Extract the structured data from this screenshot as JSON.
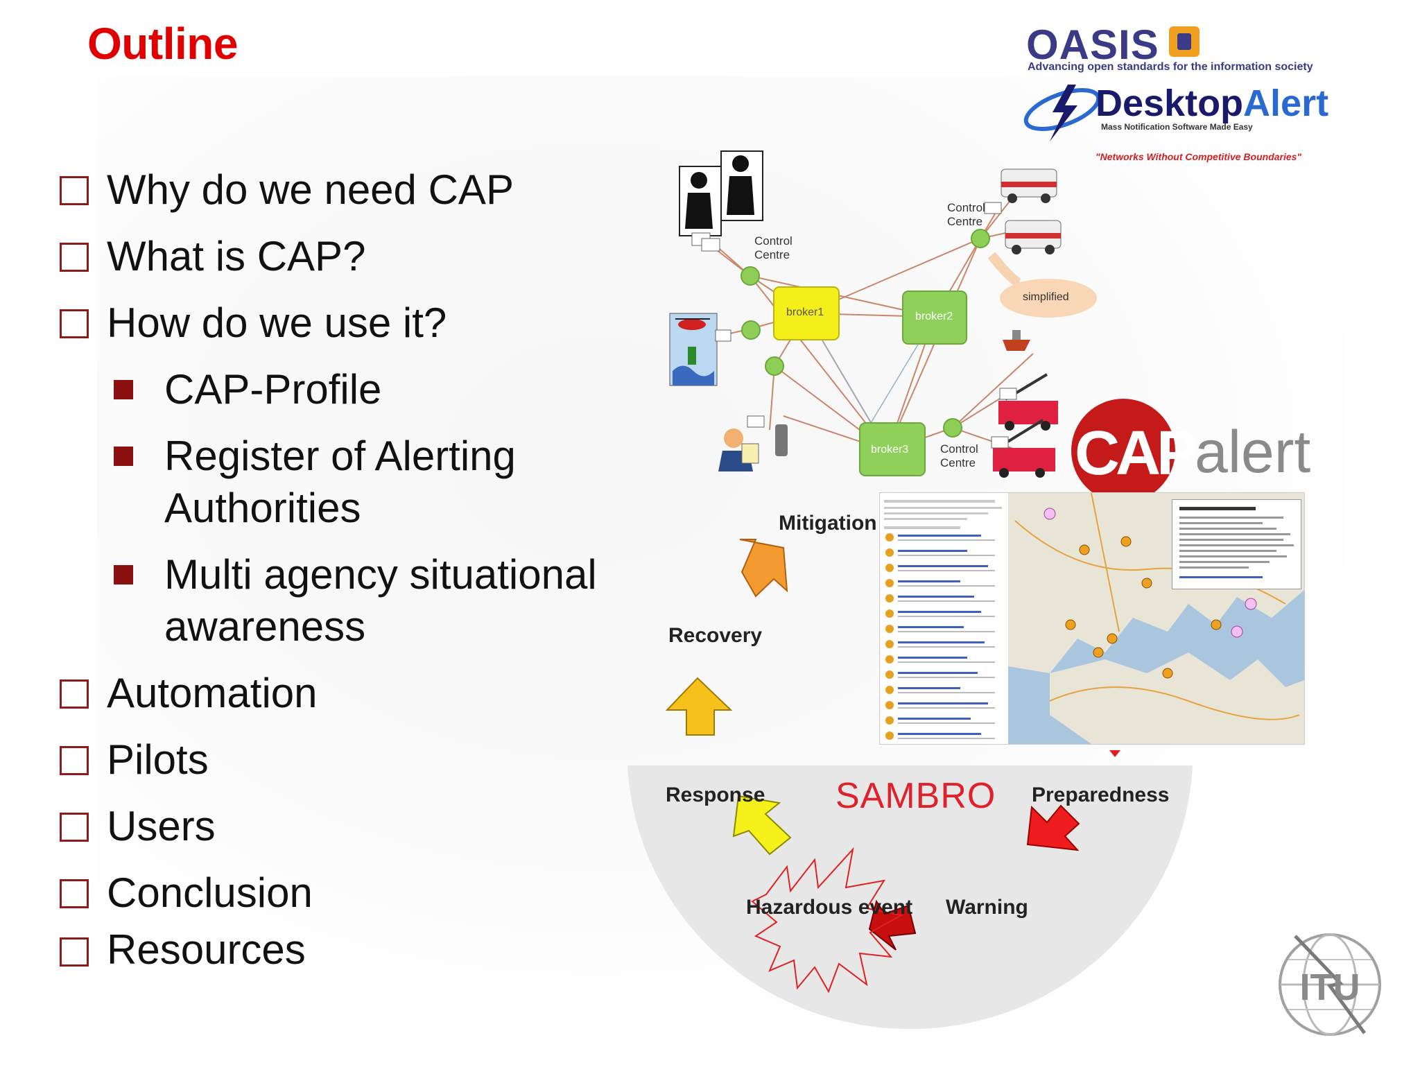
{
  "slide": {
    "title": "Outline",
    "colors": {
      "title": "#e00000",
      "bullet_box": "#8b1c1c",
      "sub_bullet": "#8b1111"
    },
    "bullets": [
      {
        "text": "Why do we need CAP",
        "level": 1
      },
      {
        "text": "What is CAP?",
        "level": 1
      },
      {
        "text": "How do we use it?",
        "level": 1
      },
      {
        "text": "CAP-Profile",
        "level": 2
      },
      {
        "text": "Register of Alerting",
        "text2": "Authorities",
        "level": 2
      },
      {
        "text": "Multi agency situational",
        "text2": "awareness",
        "level": 2
      },
      {
        "text": "Automation",
        "level": 1
      },
      {
        "text": "Pilots",
        "level": 1
      },
      {
        "text": "Users",
        "level": 1
      },
      {
        "text": "Conclusion",
        "level": 1
      },
      {
        "text": "Resources",
        "level": 1
      }
    ]
  },
  "logos": {
    "oasis": {
      "name": "OASIS",
      "tagline": "Advancing open standards for the information society"
    },
    "desktop_alert": {
      "name_part1": "Desktop",
      "name_part2": "Alert",
      "subtitle": "Mass Notification Software Made Easy",
      "tagline": "\"Networks Without Competitive Boundaries\""
    },
    "cap_alert": {
      "cap": "CAP",
      "alert": "alert"
    },
    "itu": {
      "name": "ITU"
    }
  },
  "network_diagram": {
    "brokers": [
      "broker1",
      "broker2",
      "broker3"
    ],
    "labels": {
      "control_centre_1": "Control",
      "control_centre_1b": "Centre",
      "control_centre_2": "Control",
      "control_centre_2b": "Centre",
      "control_centre_3": "Control",
      "control_centre_3b": "Centre",
      "bubble": "simplified"
    }
  },
  "cycle": {
    "center_label": "SAMBRO",
    "stages": {
      "mitigation": "Mitigation",
      "recovery": "Recovery",
      "response": "Response",
      "preparedness": "Preparedness",
      "hazardous_event": "Hazardous event",
      "warning": "Warning"
    }
  }
}
